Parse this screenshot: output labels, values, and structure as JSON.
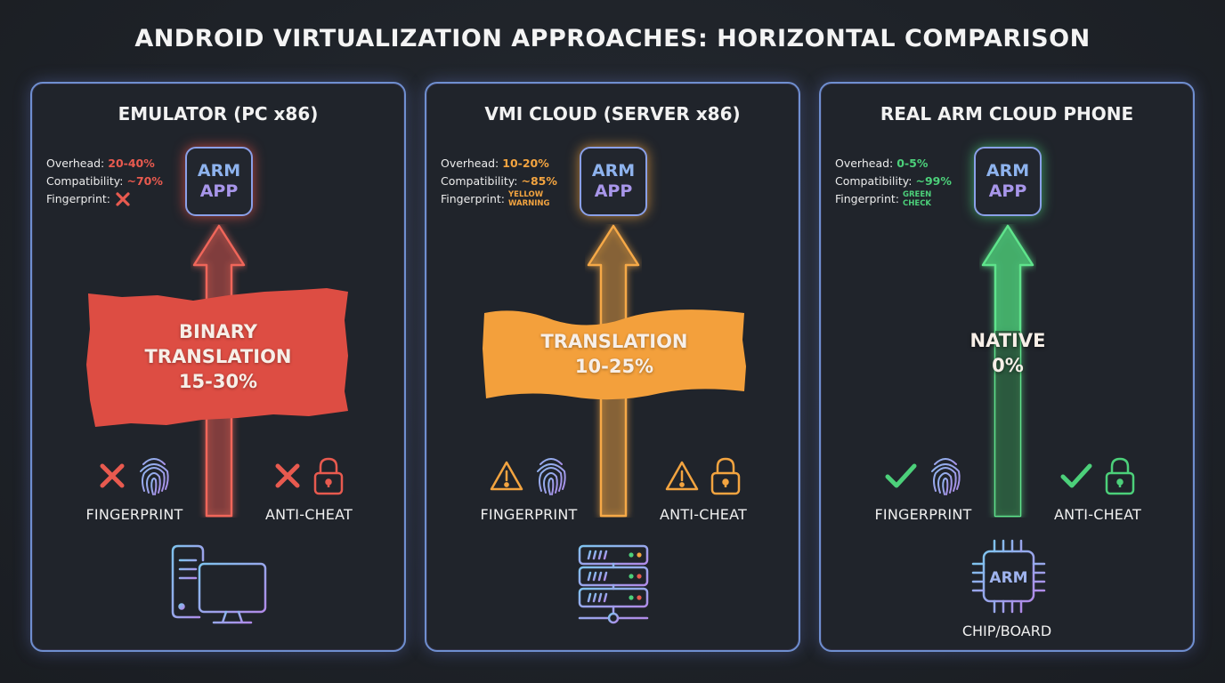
{
  "title": "ANDROID VIRTUALIZATION APPROACHES: HORIZONTAL COMPARISON",
  "colors": {
    "red": "#e85a4f",
    "orange": "#f3a440",
    "green": "#4cd07a",
    "border_blue": "#6f8fd0",
    "border_purple": "#a08be6",
    "background": "#1e2228"
  },
  "app_box": {
    "line1": "ARM",
    "line2": "APP"
  },
  "stat_labels": {
    "overhead": "Overhead:",
    "compatibility": "Compatibility:",
    "fingerprint": "Fingerprint:"
  },
  "panels": [
    {
      "title": "EMULATOR (PC x86)",
      "overhead": "20-40%",
      "compatibility": "~70%",
      "fingerprint_status": "red-x",
      "banner": {
        "line1": "BINARY",
        "line2": "TRANSLATION",
        "line3": "15-30%"
      },
      "features": [
        {
          "label": "FINGERPRINT",
          "status": "x-icon"
        },
        {
          "label": "ANTI-CHEAT",
          "status": "x-icon"
        }
      ],
      "bottom_icon": "desktop-pc-icon"
    },
    {
      "title": "VMI CLOUD (SERVER x86)",
      "overhead": "10-20%",
      "compatibility": "~85%",
      "fingerprint_status_line1": "YELLOW",
      "fingerprint_status_line2": "WARNING",
      "banner": {
        "line1": "TRANSLATION",
        "line2": "10-25%"
      },
      "features": [
        {
          "label": "FINGERPRINT",
          "status": "warning-icon"
        },
        {
          "label": "ANTI-CHEAT",
          "status": "warning-icon"
        }
      ],
      "bottom_icon": "server-rack-icon"
    },
    {
      "title": "REAL ARM CLOUD PHONE",
      "overhead": "0-5%",
      "compatibility": "~99%",
      "fingerprint_status_line1": "GREEN",
      "fingerprint_status_line2": "CHECK",
      "banner": {
        "line1": "NATIVE",
        "line2": "0%"
      },
      "features": [
        {
          "label": "FINGERPRINT",
          "status": "check-icon"
        },
        {
          "label": "ANTI-CHEAT",
          "status": "check-icon"
        }
      ],
      "bottom_icon": "arm-chip-icon",
      "chip_text": "ARM",
      "bottom_label": "CHIP/BOARD"
    }
  ]
}
